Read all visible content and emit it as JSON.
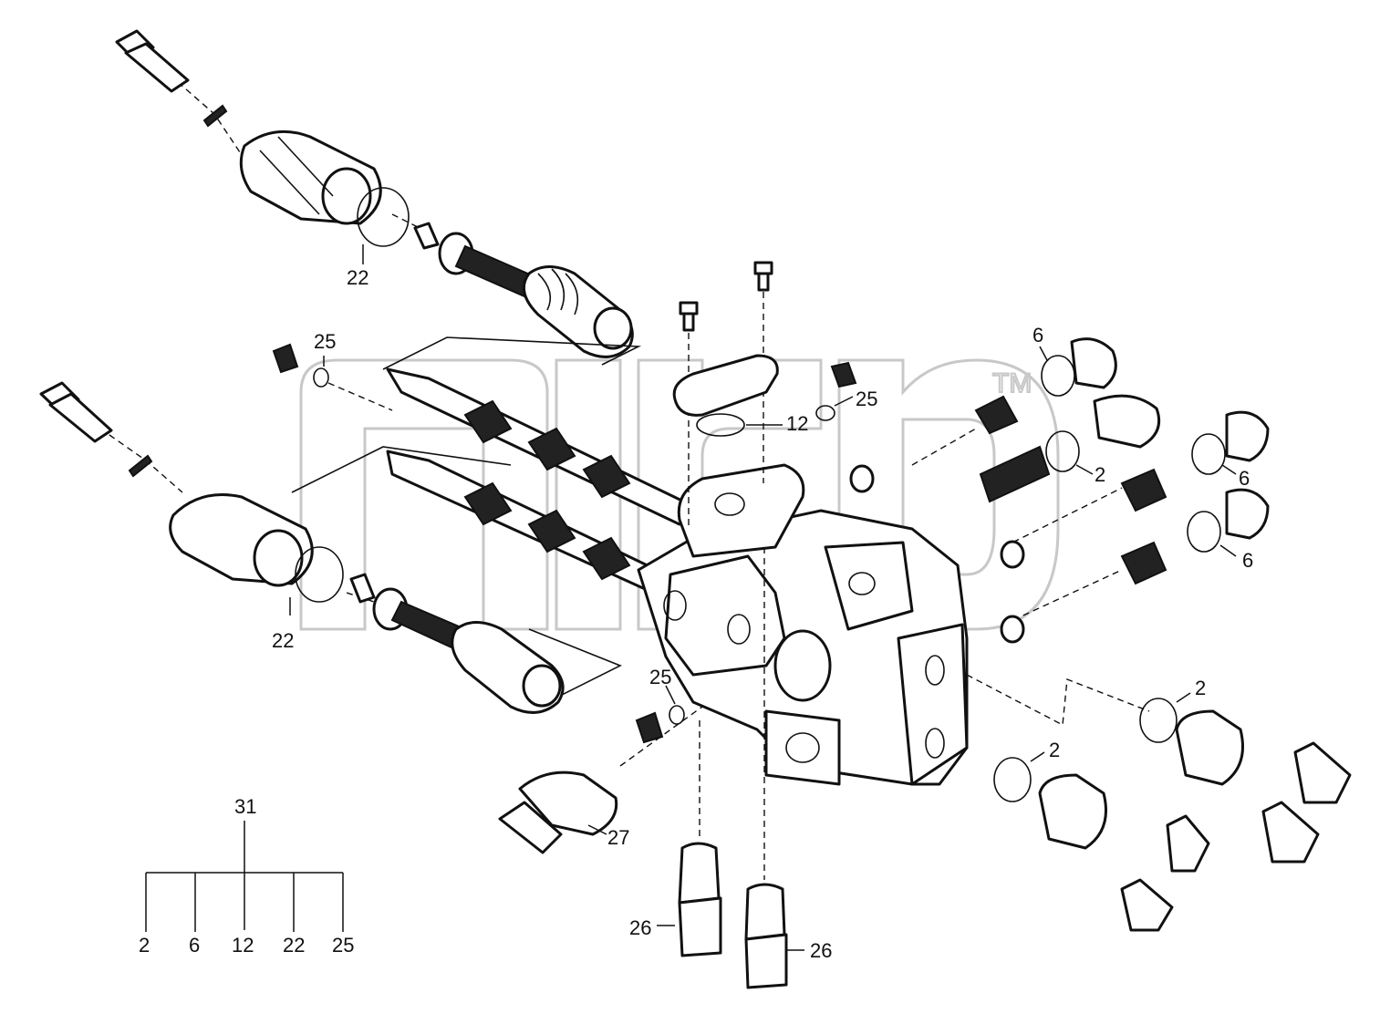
{
  "callouts": {
    "c22_upper": "22",
    "c25_left": "25",
    "c6_top": "6",
    "c25_right": "25",
    "c12": "12",
    "c2_mid": "2",
    "c6_mid": "6",
    "c6_low": "6",
    "c22_lower": "22",
    "c25_bottom": "25",
    "c2_right_a": "2",
    "c2_right_b": "2",
    "c27": "27",
    "c26_left": "26",
    "c26_right": "26"
  },
  "bom": {
    "assembly": "31",
    "components": [
      "2",
      "6",
      "12",
      "22",
      "25"
    ]
  },
  "watermark": {
    "trademark": "TM"
  },
  "colors": {
    "line": "#111111",
    "watermark": "#c8c8c8",
    "background": "#ffffff"
  }
}
